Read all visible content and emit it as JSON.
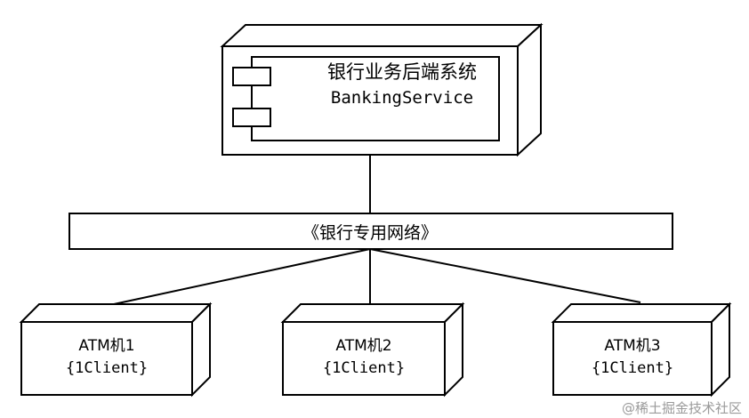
{
  "server": {
    "title": "银行业务后端系统",
    "subtitle": "BankingService"
  },
  "network": {
    "label": "《银行专用网络》"
  },
  "clients": [
    {
      "name": "ATM机1",
      "stereotype": "{1Client}"
    },
    {
      "name": "ATM机2",
      "stereotype": "{1Client}"
    },
    {
      "name": "ATM机3",
      "stereotype": "{1Client}"
    }
  ],
  "watermark": "@稀土掘金技术社区"
}
